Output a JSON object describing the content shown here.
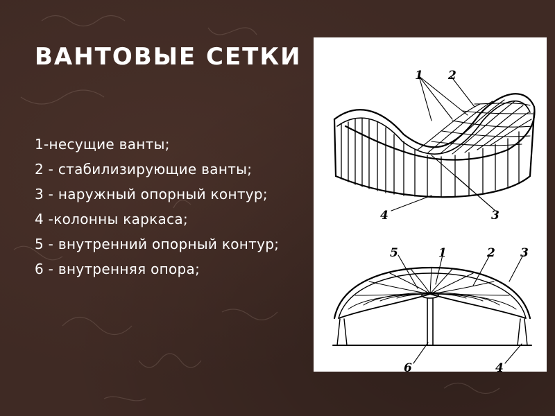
{
  "slide": {
    "title": "ВАНТОВЫЕ СЕТКИ",
    "legend": [
      "1-несущие ванты;",
      "2 - стабилизирующие ванты;",
      "3 - наружный опорный контур;",
      "4 -колонны каркаса;",
      "5 - внутренний опорный контур;",
      "6 - внутренняя опора;"
    ]
  },
  "figure": {
    "top_callouts": [
      "1",
      "2",
      "4",
      "3"
    ],
    "bottom_callouts": [
      "5",
      "1",
      "2",
      "3",
      "6",
      "4"
    ]
  },
  "colors": {
    "background": "#3f2a24",
    "text": "#ffffff",
    "figure_background": "#ffffff",
    "line": "#000000"
  }
}
